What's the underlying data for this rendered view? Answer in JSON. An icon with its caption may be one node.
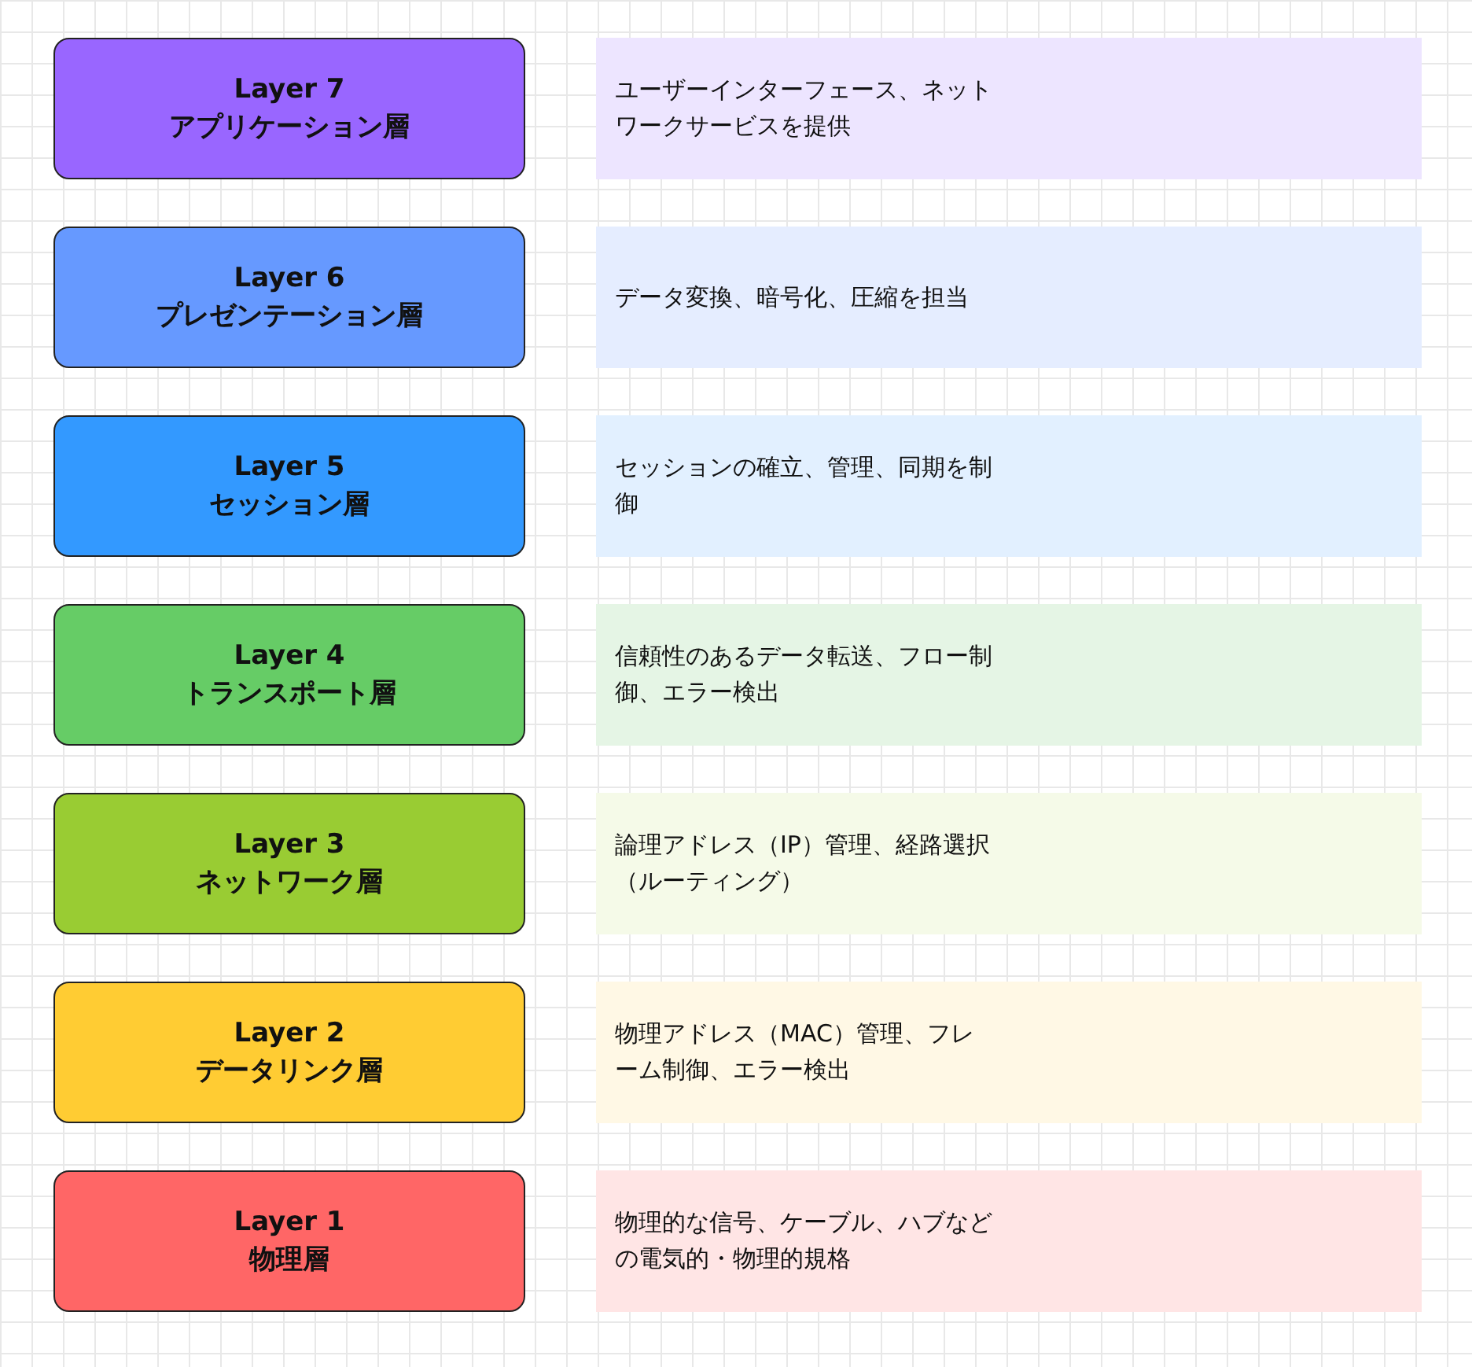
{
  "diagram": {
    "nodes": [
      {
        "text": [
          "Layer 7",
          "アプリケーション層"
        ]
      },
      {
        "text": [
          "ユーザーインターフェース、ネットワークサービスを提供"
        ]
      },
      {
        "text": [
          "Layer 6",
          "プレゼンテーション層"
        ]
      },
      {
        "text": [
          "データ変換、暗号化、圧縮を担当"
        ]
      },
      {
        "text": [
          "Layer 5",
          "セッション層"
        ]
      },
      {
        "text": [
          "セッションの確立、管理、同期を制御"
        ]
      },
      {
        "text": [
          "Layer 4",
          "トランスポート層"
        ]
      },
      {
        "text": [
          "信頼性のあるデータ転送、フロー制御、エラー検出"
        ]
      },
      {
        "text": [
          "Layer 3",
          "ネットワーク層"
        ]
      },
      {
        "text": [
          "論理アドレス（IP）管理、経路選択（ルーティング）"
        ]
      },
      {
        "text": [
          "Layer 2",
          "データリンク層"
        ]
      },
      {
        "text": [
          "物理アドレス（MAC）管理、フレーム制御、エラー検出"
        ]
      },
      {
        "text": [
          "Layer 1",
          "物理層"
        ]
      },
      {
        "text": [
          "物理的な信号、ケーブル、ハブなどの電気的・物理的規格"
        ]
      }
    ]
  }
}
